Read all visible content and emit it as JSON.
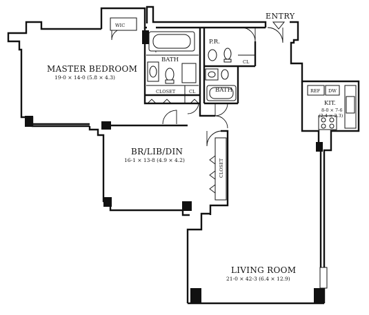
{
  "labels": {
    "entry": "ENTRY",
    "wic": "WIC",
    "bath_master": "BATH",
    "pr": "P.R.",
    "cl_pr": "CL",
    "bath_second": "BATH",
    "closet_master": "CLOSET",
    "cl_hall": "CL",
    "kit": "KIT.",
    "ref": "REF",
    "dw": "DW",
    "closet_br": "CLOSET"
  },
  "rooms": {
    "master_bedroom": {
      "name": "MASTER BEDROOM",
      "dims": "19-0 × 14-0  (5.8 × 4.3)"
    },
    "br_lib_din": {
      "name": "BR/LIB/DIN",
      "dims": "16-1 × 13-8  (4.9 × 4.2)"
    },
    "living_room": {
      "name": "LIVING ROOM",
      "dims": "21-0 × 42-3  (6.4 × 12.9)"
    },
    "kitchen": {
      "dims_line1": "8-0 × 7-6",
      "dims_line2": "(2.4 × 2.3)"
    }
  }
}
